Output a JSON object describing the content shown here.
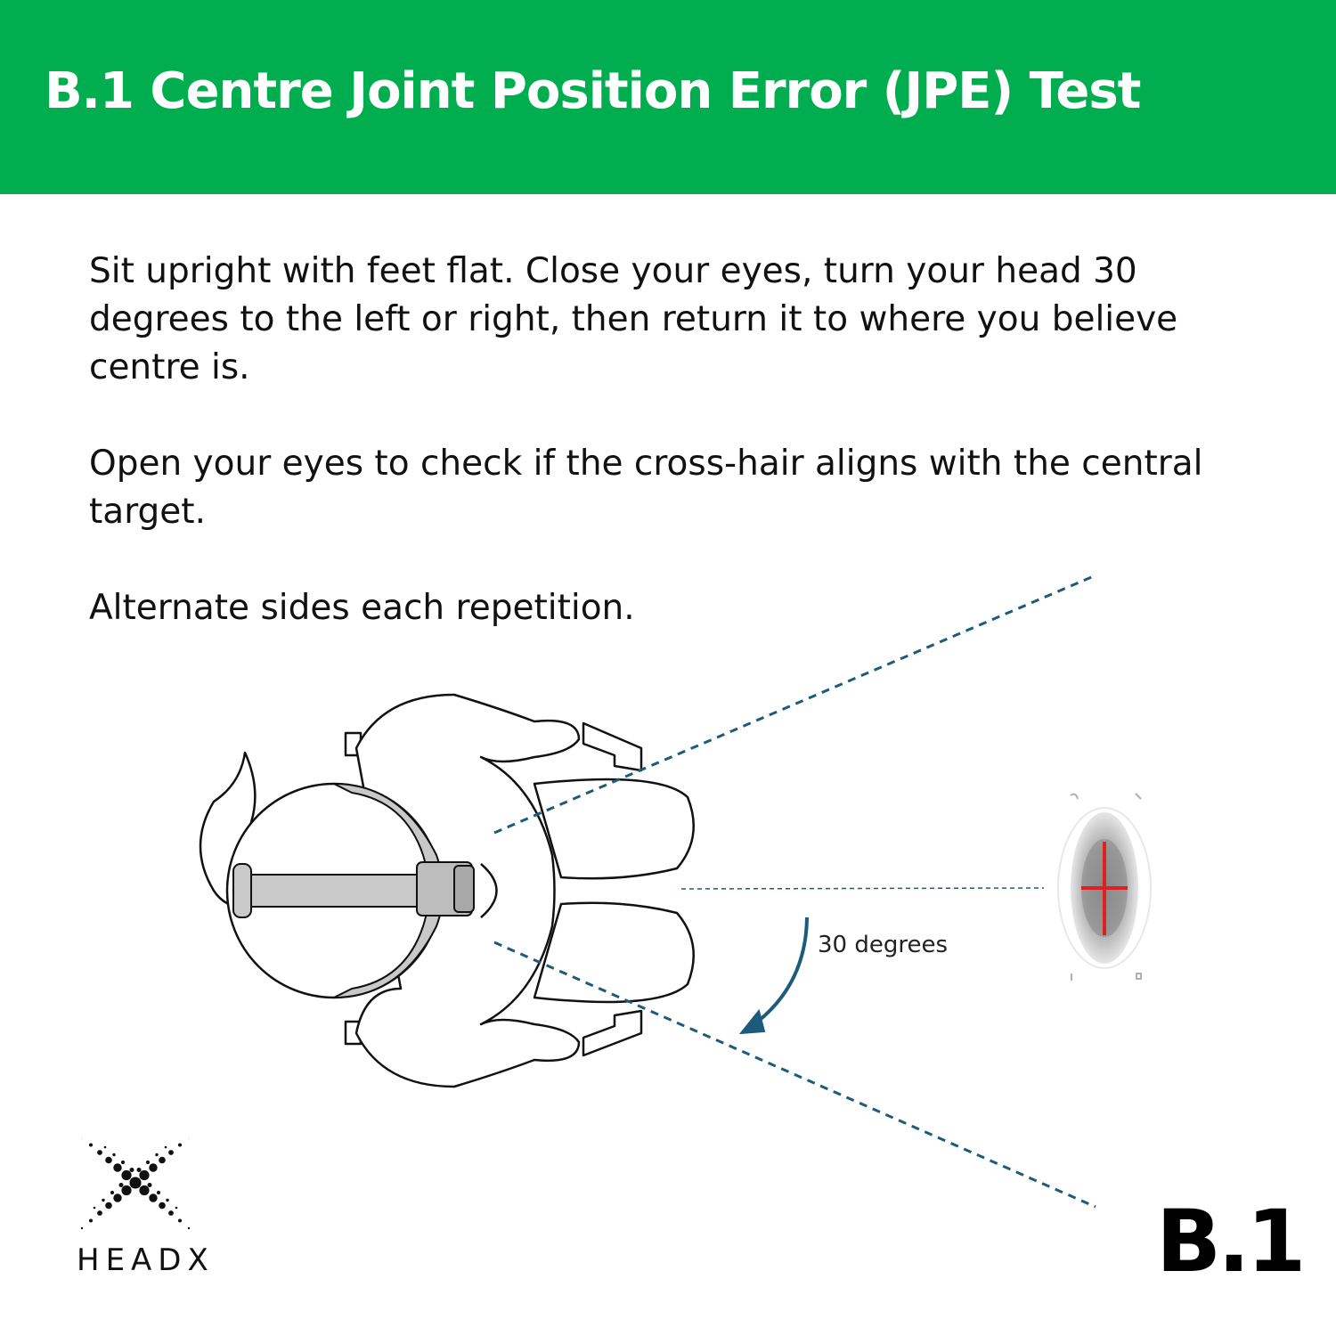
{
  "header": {
    "title": "B.1 Centre Joint Position Error (JPE) Test",
    "background": "#00ae4f"
  },
  "instructions": [
    "Sit upright with feet flat. Close your eyes, turn your head 30 degrees to the left or right, then return it to where you believe centre is.",
    "Open your eyes to check if the cross-hair aligns with the central target.",
    "Alternate sides each repetition."
  ],
  "diagram": {
    "angle_label": "30 degrees",
    "line_color": "#1d5b7a",
    "crosshair_color": "#e02020"
  },
  "brand": {
    "logo_text": "HEADX"
  },
  "code_badge": "B.1"
}
